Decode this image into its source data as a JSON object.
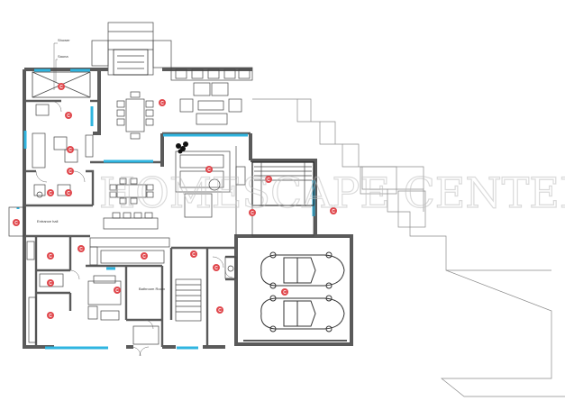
{
  "labels": {
    "entrance_hall": "Entrance hall",
    "bathroom_note": "Bathroom Room",
    "note_a": "Shower",
    "note_b": "Sauna"
  },
  "room_marker_letter": "C",
  "watermark_text": "HOMESCAPE CENTER",
  "colors": {
    "wall": "#5a5a5a",
    "glazing": "#2fb5e0",
    "marker": "#e0474c",
    "line": "#444444",
    "terrain": "#8a8a8a"
  }
}
